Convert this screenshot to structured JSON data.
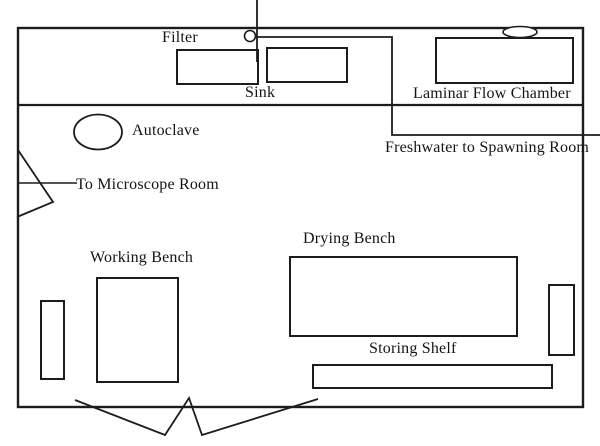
{
  "diagram": {
    "type": "floor-plan",
    "colors": {
      "line": "#1c1c1c",
      "background": "#ffffff"
    },
    "labels": {
      "filter": "Filter",
      "sink": "Sink",
      "laminar_flow_chamber": "Laminar Flow Chamber",
      "freshwater": "Freshwater to Spawning Room",
      "autoclave": "Autoclave",
      "microscope_room": "To Microscope Room",
      "working_bench": "Working Bench",
      "drying_bench": "Drying Bench",
      "storing_shelf": "Storing Shelf"
    }
  }
}
